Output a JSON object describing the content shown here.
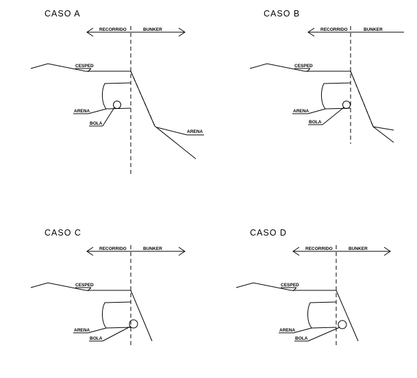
{
  "cases": [
    {
      "title": "CASO  A",
      "recorrido": "RECORRIDO",
      "bunker": "BUNKER",
      "cesped": "CESPED",
      "arena": "ARENA",
      "bola": "BOLA",
      "arena2": "ARENA"
    },
    {
      "title": "CASO  B",
      "recorrido": "RECORRIDO",
      "bunker": "BUNKER",
      "cesped": "CESPED",
      "arena": "ARENA",
      "bola": "BOLA"
    },
    {
      "title": "CASO  C",
      "recorrido": "RECORRIDO",
      "bunker": "BUNKER",
      "cesped": "CESPED",
      "arena": "ARENA",
      "bola": "BOLA"
    },
    {
      "title": "CASO  D",
      "recorrido": "RECORRIDO",
      "bunker": "BUNKER",
      "cesped": "CESPED",
      "arena": "ARENA",
      "bola": "BOLA"
    }
  ]
}
